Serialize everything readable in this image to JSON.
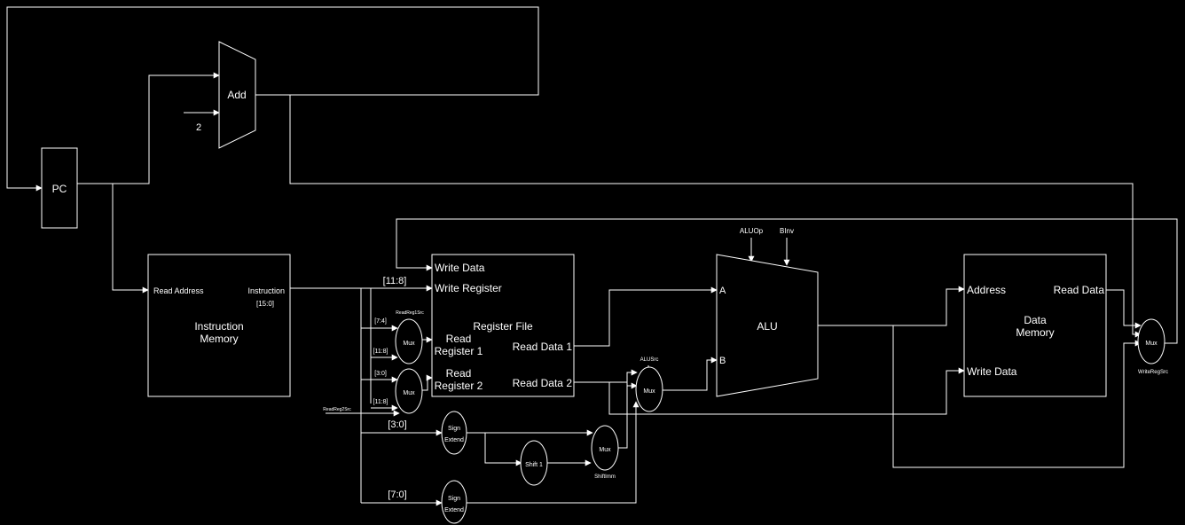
{
  "blocks": {
    "pc": "PC",
    "add": "Add",
    "imem_read_address": "Read Address",
    "imem_instruction": "Instruction",
    "imem_bits": "[15:0]",
    "imem_title_1": "Instruction",
    "imem_title_2": "Memory",
    "rf_write_data": "Write Data",
    "rf_write_register": "Write Register",
    "rf_title": "Register File",
    "rf_read_reg1_1": "Read",
    "rf_read_reg1_2": "Register 1",
    "rf_read_reg2_1": "Read",
    "rf_read_reg2_2": "Register 2",
    "rf_read_data1": "Read Data 1",
    "rf_read_data2": "Read Data 2",
    "alu": "ALU",
    "alu_a": "A",
    "alu_b": "B",
    "dmem_address": "Address",
    "dmem_read_data": "Read Data",
    "dmem_write_data": "Write Data",
    "dmem_title_1": "Data",
    "dmem_title_2": "Memory",
    "mux": "Mux",
    "sign": "Sign",
    "extend": "Extend",
    "shift1": "Shift 1"
  },
  "labels": {
    "const_2": "2",
    "bits_11_8": "[11:8]",
    "bits_7_4": "[7:4]",
    "bits_3_0": "[3:0]",
    "bits_7_0": "[7:0]",
    "read_reg1_src": "ReadReg1Src",
    "read_reg2_src": "ReadReg2Src",
    "alu_src": "ALUSrc",
    "alu_op": "ALUOp",
    "b_inv": "BInv",
    "shift_imm": "ShiftImm",
    "write_reg_src": "WriteRegSrc"
  },
  "colors": {
    "background": "#000000",
    "wire": "#ffffff",
    "text": "#ffffff"
  }
}
